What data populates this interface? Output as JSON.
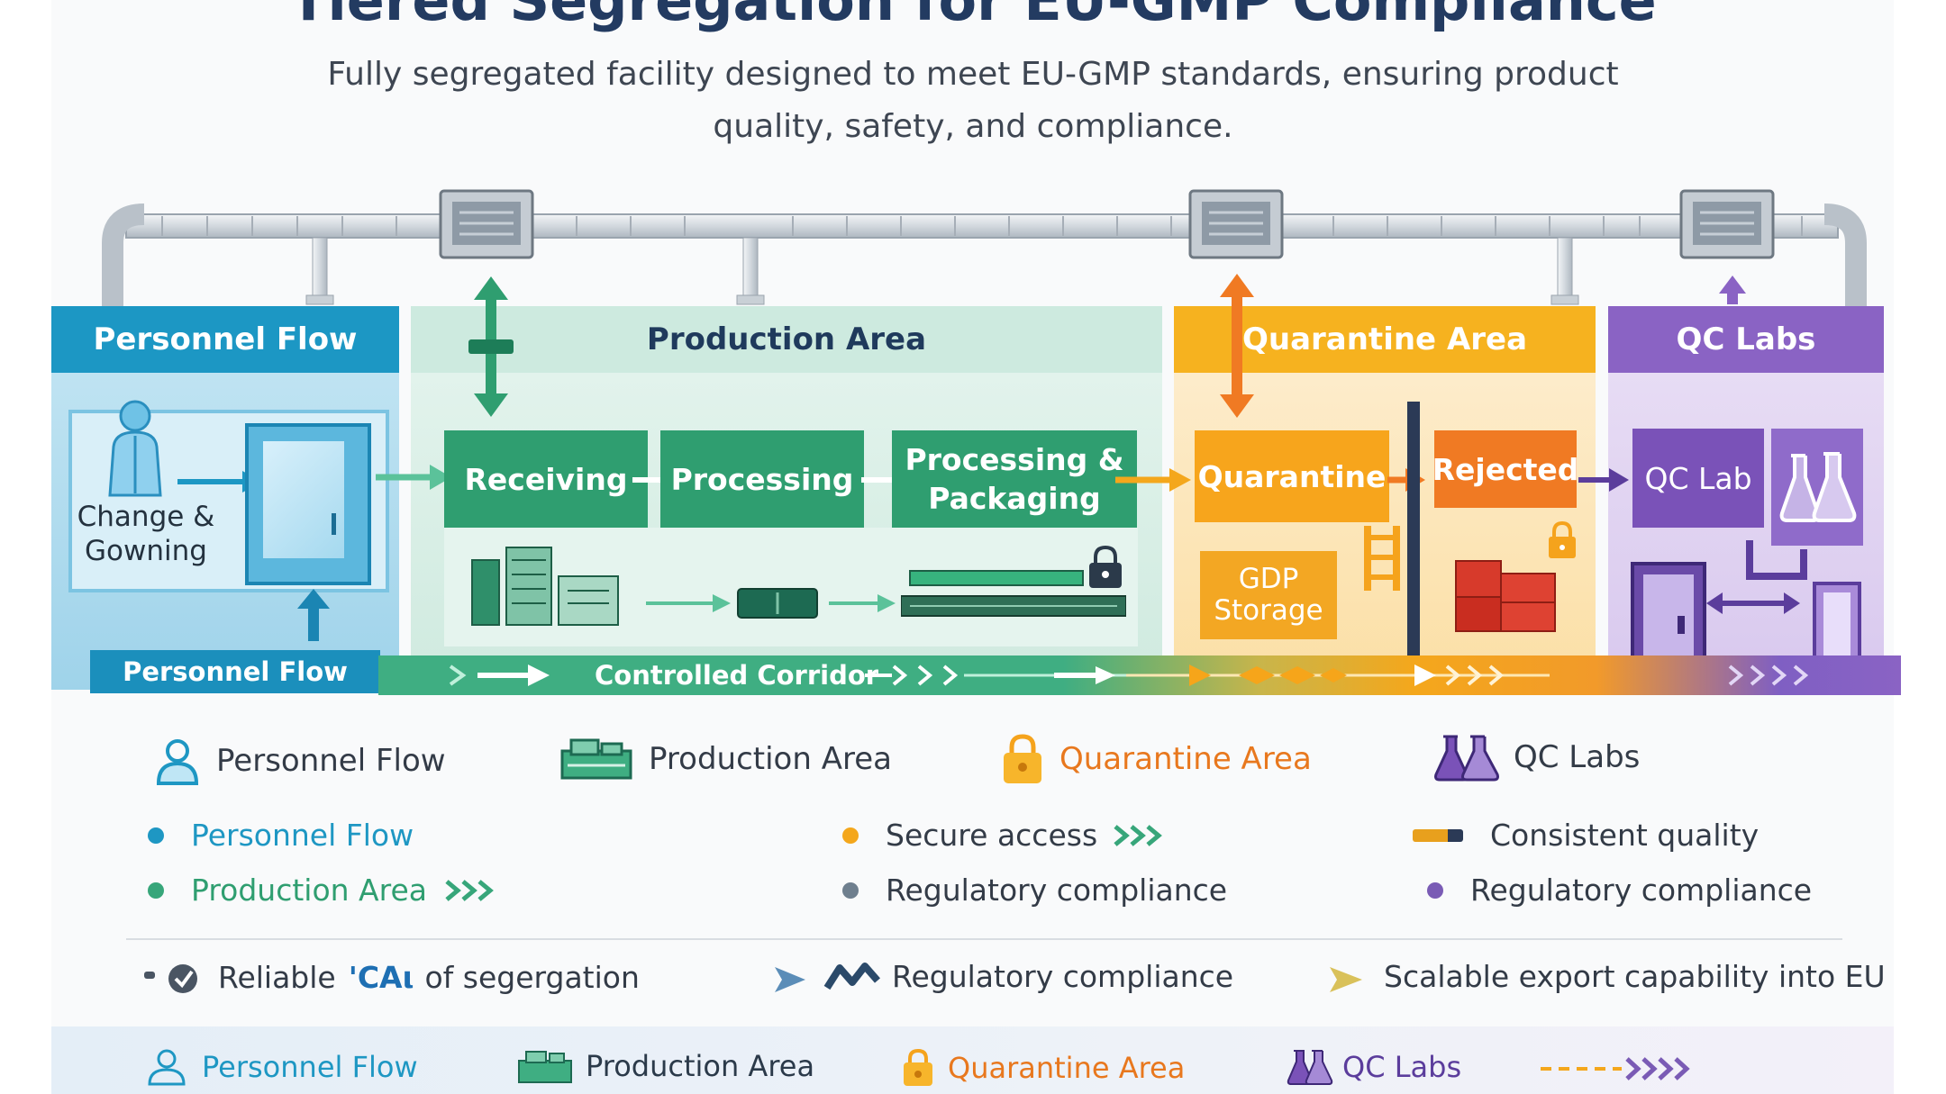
{
  "header": {
    "title": "Tiered Segregation for EU-GMP Compliance",
    "subtitle_line1": "Fully segregated facility designed to meet EU-GMP standards, ensuring product",
    "subtitle_line2": "quality, safety, and compliance."
  },
  "sections": {
    "personnel": "Personnel Flow",
    "production": "Production Area",
    "quarantine": "Quarantine Area",
    "qc": "QC Labs"
  },
  "rooms": {
    "change": "Change & Gowning",
    "personnel_corridor": "Personnel Flow",
    "receiving": "Receiving",
    "processing": "Processing",
    "processing_packaging": "Processing & Packaging",
    "quarantine": "Quarantine",
    "rejected": "Rejected",
    "gdp_storage": "GDP Storage",
    "qc_lab": "QC Lab"
  },
  "corridor": {
    "label": "Controlled Corridor"
  },
  "legend": [
    {
      "label": "Personnel Flow",
      "icon": "person-icon",
      "color": "#2b3a4a"
    },
    {
      "label": "Production Area",
      "icon": "machine-icon",
      "color": "#2b3a4a"
    },
    {
      "label": "Quarantine Area",
      "icon": "lock-icon",
      "color": "#e8781e"
    },
    {
      "label": "QC Labs",
      "icon": "flask-icon",
      "color": "#2b3a4a"
    }
  ],
  "bullets": {
    "col1": [
      {
        "label": "Personnel Flow",
        "color": "#1e97c3"
      },
      {
        "label": "Production Area",
        "color": "#37a67a"
      }
    ],
    "col2": [
      {
        "label": "Secure access",
        "color": "#f4a71c"
      },
      {
        "label": "Regulatory compliance",
        "color": "#6f7f8e"
      }
    ],
    "col3": [
      {
        "label": "Consistent quality",
        "color": "#e8a01d"
      },
      {
        "label": "Regulatory compliance",
        "color": "#7a5bb5"
      }
    ]
  },
  "benefits": {
    "item1_prefix": "Reliable",
    "item1_mark": "'CAι",
    "item1_suffix": "of segergation",
    "item2": "Regulatory compliance",
    "item3": "Scalable export capability into EU"
  },
  "footer": [
    {
      "label": "Personnel Flow",
      "icon": "person-icon",
      "color": "#1e97c3"
    },
    {
      "label": "Production Area",
      "icon": "machine-icon",
      "color": "#2b3a4a"
    },
    {
      "label": "Quarantine Area",
      "icon": "lock-icon",
      "color": "#e8781e"
    },
    {
      "label": "QC Labs",
      "icon": "flask-icon",
      "color": "#5b3d9c"
    }
  ],
  "colors": {
    "personnel": "#1a94c2",
    "production": "#2fa172",
    "quarantine": "#f4a71c",
    "qc": "#8860c4",
    "rejected": "#ef6a2c"
  }
}
